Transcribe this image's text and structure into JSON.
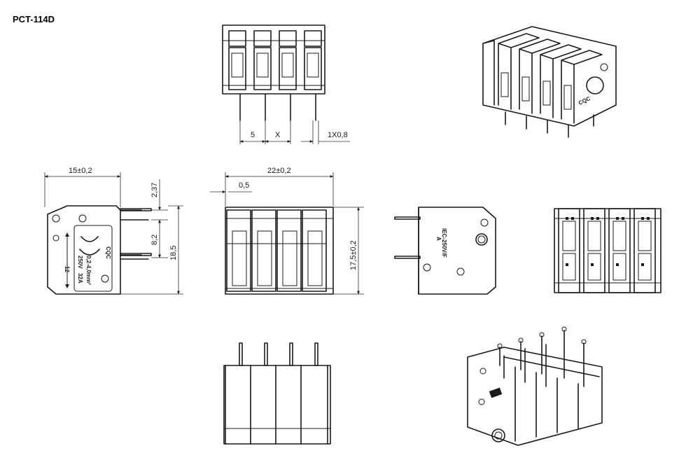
{
  "title": "PCT-114D",
  "dims": {
    "pitch": "5",
    "x": "X",
    "pin": "1X0,8",
    "depth": "15±0,2",
    "pin_offset": "2,37",
    "pin_spacing": "8,2",
    "height": "18,5",
    "width": "22±0,2",
    "edge": "0,5",
    "body_height": "17,5±0,2"
  },
  "markings": {
    "rating_a": "32A",
    "rating_v": "250V",
    "wire": "0,2-4,0mm²",
    "cert": "CQC",
    "strip": "12",
    "back_text": "IEC-250V/F",
    "back_sub": "A"
  },
  "colors": {
    "line": "#1a1a1a",
    "background": "#ffffff"
  }
}
